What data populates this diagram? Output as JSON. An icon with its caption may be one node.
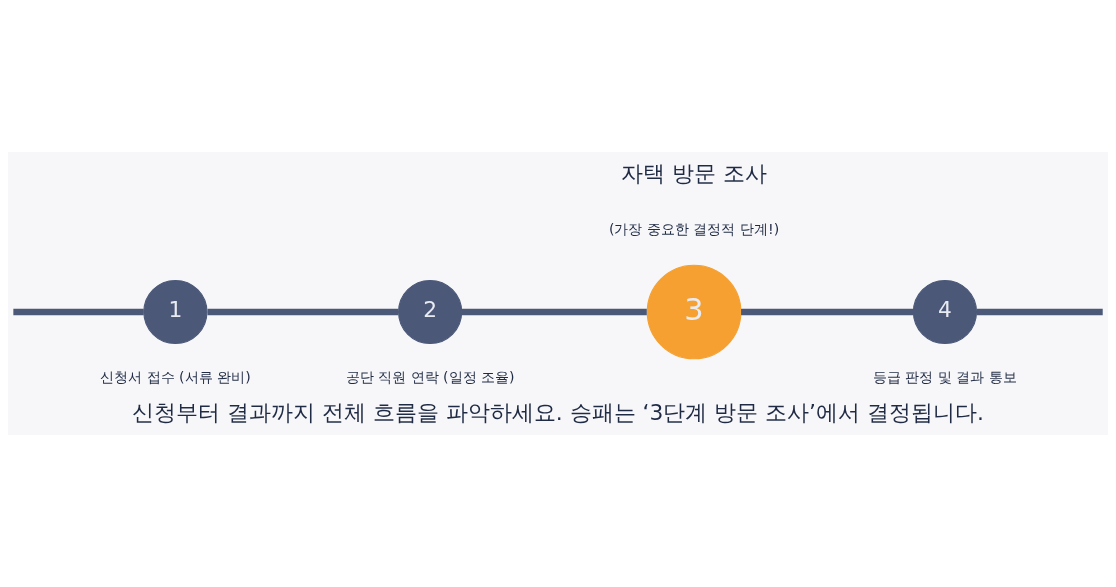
{
  "diagram": {
    "caption": "신청부터 결과까지 전체 흐름을 파악하세요. 승패는 ‘3단계 방문 조사’에서 결정됩니다.",
    "nodes": [
      {
        "text": [
          "1"
        ],
        "beside": [
          "신청서 접수 (서류 완비)"
        ]
      },
      {
        "text": [
          "2"
        ],
        "beside": [
          "공단 직원 연락 (일정 조율)"
        ]
      },
      {
        "text": [
          "3"
        ],
        "beside": [
          "자택 방문 조사",
          "(가장 중요한 결정적 단계!)"
        ]
      },
      {
        "text": [
          "4"
        ],
        "beside": [
          "등급 판정 및 결과 통보"
        ]
      }
    ],
    "edges": [
      {
        "from": null,
        "to": 0,
        "arrow": "none"
      },
      {
        "from": 0,
        "to": 1,
        "arrow": "none"
      },
      {
        "from": 1,
        "to": 2,
        "arrow": "none"
      },
      {
        "from": 2,
        "to": 3,
        "arrow": "none"
      },
      {
        "from": 3,
        "to": null,
        "arrow": "none"
      }
    ]
  }
}
